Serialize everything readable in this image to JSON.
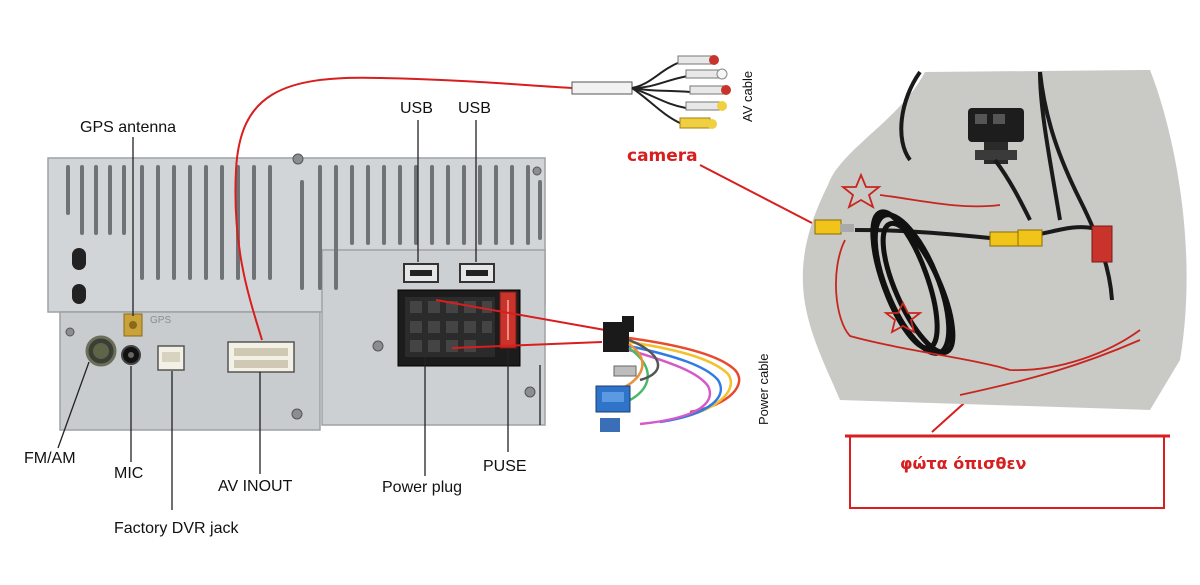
{
  "colors": {
    "annotation_red": "#d81e1e",
    "chassis": "#cfd2d4",
    "chassis_dark": "#a9adb0",
    "cable": "#1a1a1a"
  },
  "labels": {
    "gps_antenna": "GPS antenna",
    "usb_1": "USB",
    "usb_2": "USB",
    "av_cable": "AV cable",
    "camera": "camera",
    "power_cable": "Power cable",
    "fm_am": "FM/AM",
    "mic": "MIC",
    "av_inout": "AV INOUT",
    "power_plug": "Power plug",
    "puse": "PUSE",
    "factory_dvr_jack": "Factory DVR jack",
    "reverse_lights": "φώτα όπισθεν",
    "chassis_gps_text": "GPS"
  }
}
